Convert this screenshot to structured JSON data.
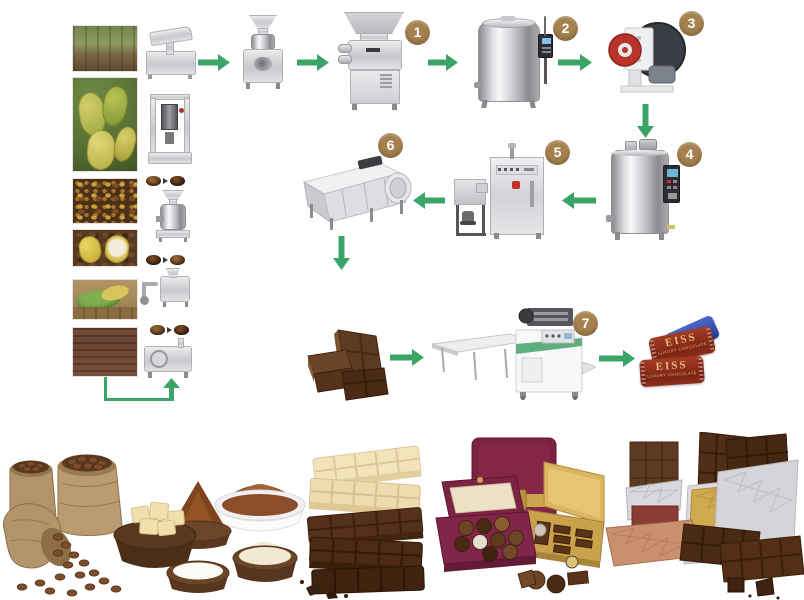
{
  "diagram": {
    "badge_color": "#A5814E",
    "arrow_color": "#3BA467",
    "steps": [
      {
        "number": "1",
        "machine": "sugar-grinder-with-hopper"
      },
      {
        "number": "2",
        "machine": "chocolate-melting-tank"
      },
      {
        "number": "3",
        "machine": "chocolate-conche-refiner"
      },
      {
        "number": "4",
        "machine": "chocolate-storage-tank"
      },
      {
        "number": "5",
        "machine": "chocolate-tempering-machine"
      },
      {
        "number": "6",
        "machine": "chocolate-moulding-line"
      },
      {
        "number": "7",
        "machine": "pillow-packing-machine"
      }
    ],
    "pre_process_photos": [
      "cocoa-plantation",
      "cocoa-pods-on-tree",
      "harvested-cocoa-pods",
      "cut-cocoa-pod-with-beans",
      "fermentation-in-crate",
      "sun-drying-beans"
    ],
    "pre_process_machines": [
      "bean-cleaner-destoner",
      "hydraulic-oil-press",
      "colloid-mill",
      "bean-peeler-winnower",
      "bean-roaster"
    ]
  },
  "packaging": {
    "brand": "EISS",
    "tagline": "LUXURY CHOCOLATE",
    "red_wrapper_color": "#8E2F1C",
    "blue_wrapper_color": "#2F4FAE",
    "gold_text_color": "#E3BD77"
  },
  "product_strip": {
    "groups": [
      "cocoa-bean-sacks",
      "ingredient-bowls-cocoa-butter-powder-sugar-milk",
      "white-and-dark-chocolate-bar-stack",
      "velvet-and-gold-gift-boxes-with-truffles",
      "foil-wrapped-chocolate-bars"
    ]
  }
}
